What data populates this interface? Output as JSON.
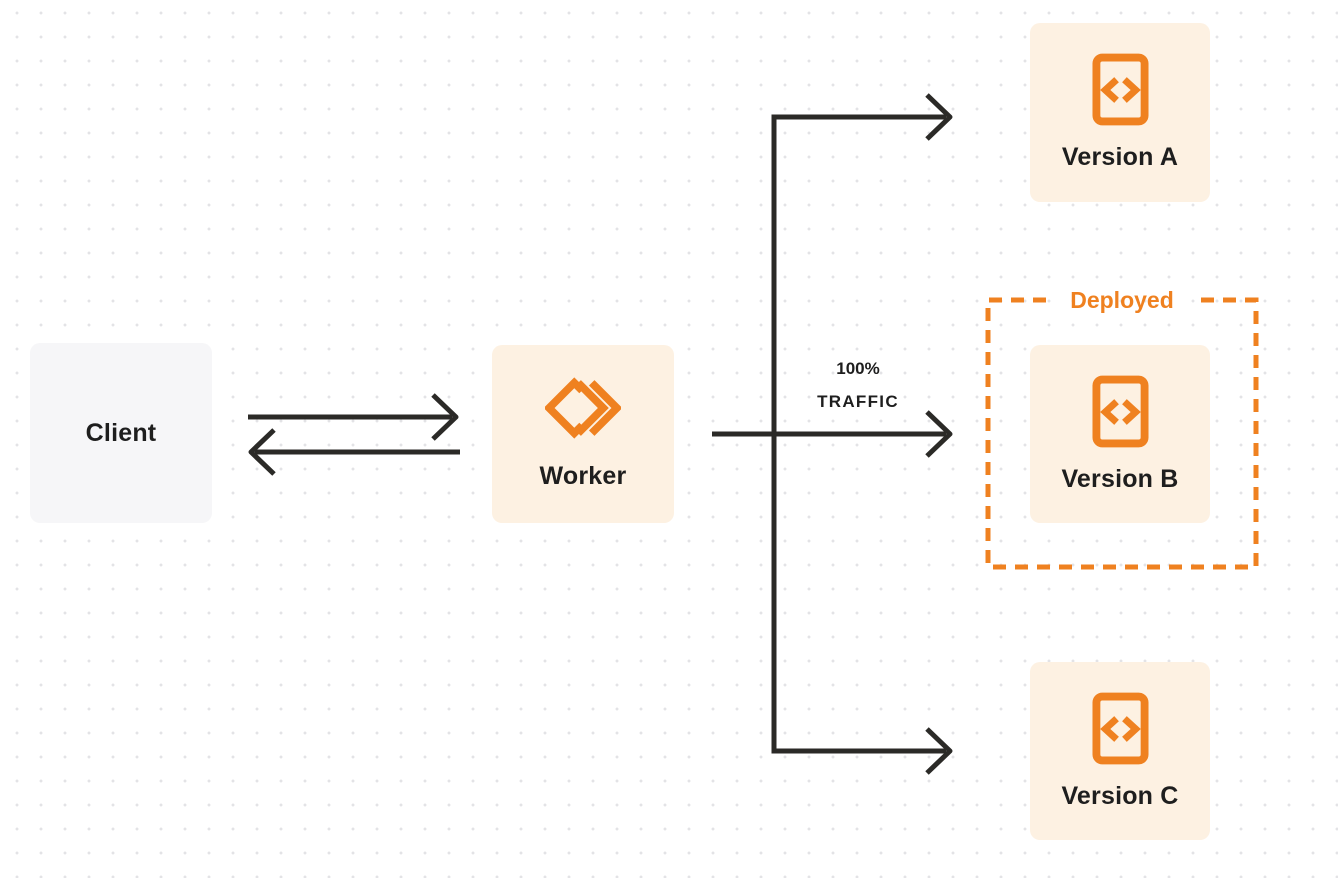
{
  "nodes": {
    "client": {
      "label": "Client"
    },
    "worker": {
      "label": "Worker"
    },
    "version_a": {
      "label": "Version A"
    },
    "version_b": {
      "label": "Version B"
    },
    "version_c": {
      "label": "Version C"
    }
  },
  "annotations": {
    "deployed": "Deployed",
    "traffic_line1": "100%",
    "traffic_line2": "TRAFFIC"
  },
  "icons": {
    "worker_icon": "cloudflare-workers-icon",
    "version_icon": "code-file-icon"
  },
  "colors": {
    "accent_orange": "#ef8120",
    "node_cream": "#fdf1e2",
    "client_gray": "#f6f6f8",
    "arrow_dark": "#2b2a27",
    "text_dark": "#1e1e1e",
    "dot_grid": "#e3e3e6"
  }
}
